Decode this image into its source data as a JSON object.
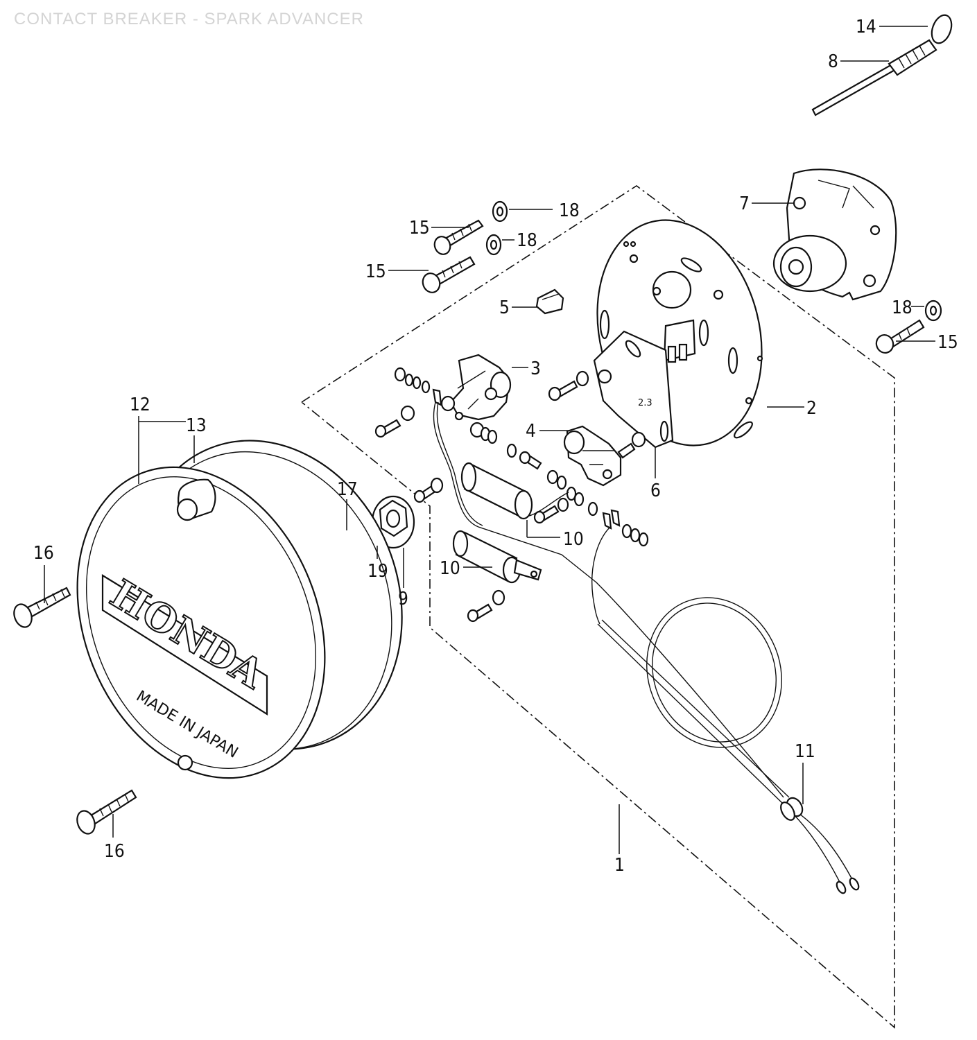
{
  "title": "CONTACT BREAKER - SPARK ADVANCER",
  "cover": {
    "logo": "HONDA",
    "stamp": "MADE IN JAPAN"
  },
  "plate": {
    "mark": "2.3"
  },
  "callouts": [
    "14",
    "8",
    "7",
    "18",
    "15",
    "18",
    "15",
    "5",
    "18",
    "15",
    "3",
    "2",
    "4",
    "6",
    "12",
    "13",
    "17",
    "9",
    "19",
    "10",
    "10",
    "16",
    "16",
    "11",
    "1"
  ]
}
